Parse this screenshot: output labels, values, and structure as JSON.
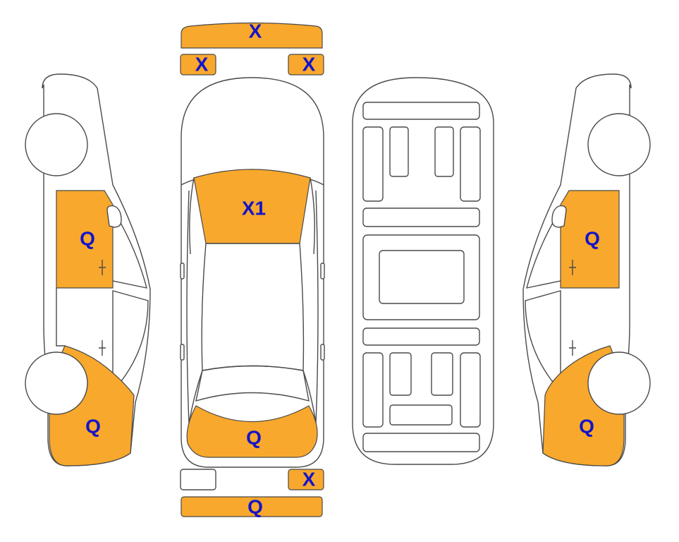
{
  "colors": {
    "damaged_fill": "#f8a82c",
    "outline": "#4a4a4a",
    "label": "#1414c8"
  },
  "labels": {
    "roof_front_bar": "X",
    "bumper_front_left": "X",
    "bumper_front_right": "X",
    "windshield": "X1",
    "trunk": "Q",
    "bumper_rear_right": "X",
    "rear_bar": "Q",
    "left_front_door": "Q",
    "left_rear_quarter": "Q",
    "right_front_door": "Q",
    "right_rear_quarter": "Q"
  }
}
